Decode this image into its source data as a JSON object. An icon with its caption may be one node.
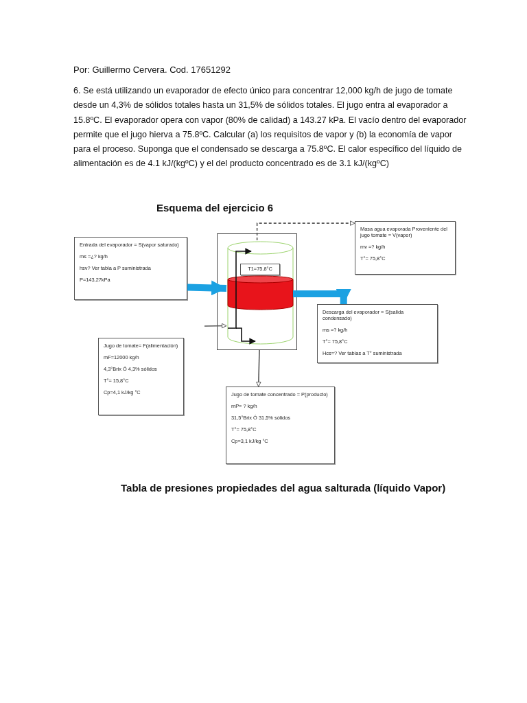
{
  "diagram": {
    "title": "Esquema del ejercicio 6",
    "nodes": [
      {
        "text": [
          "Entrada del evaporador = S(vapor saturado)",
          "ms =¿? kg/h",
          "hsv? Ver tabla a P suministrada",
          "P=143,27kPa"
        ]
      },
      {
        "text": [],
        "shape": "box"
      },
      {
        "text": [],
        "shape": "cylinder",
        "in": 1
      },
      {
        "text": [
          "T1=75,8°C"
        ],
        "in": 2
      },
      {
        "text": [],
        "shape": "cylinder",
        "in": 2
      },
      {
        "text": [
          "Masa agua evaporada Proveniente del jugo tomate = V(vapor)",
          "mv =? kg/h",
          "T°= 75,8°C"
        ]
      },
      {
        "text": [
          "Descarga del evaporador = S(salida condensado)",
          "ms =? kg/h",
          "T°= 75,8°C",
          "Hcs=? Ver tablas a T° suministrada"
        ]
      },
      {
        "text": [
          "Jugo de tomate= F(alimentación)",
          "mF=12000 kg/h",
          "4,3°Brix Ó 4,3% sólidos",
          "T°= 15,8°C",
          "Cp=4,1 kJ/kg °C"
        ]
      },
      {
        "text": [
          "Jugo de tomate concentrado = P(producto)",
          "mP= ? kg/h",
          "31,5°Brix Ó 31,5% sólidos",
          "T°= 75,8°C",
          "Cp=3,1 kJ/kg °C"
        ]
      }
    ],
    "edges": [
      {
        "from": 0,
        "to": 4,
        "arrow": "to",
        "style": "thick",
        "color": "#1ba1e2"
      },
      {
        "from": 4,
        "to": 6,
        "arrow": "to",
        "style": "thick",
        "color": "#1ba1e2"
      },
      {
        "from": 2,
        "to": 5,
        "arrow": "to",
        "style": "dashed"
      },
      {
        "from": null,
        "to": 2,
        "arrow": "to"
      },
      {
        "from": 1,
        "to": 8,
        "arrow": "to"
      }
    ],
    "labels": [
      "Por: Guillermo Cervera. Cod. 17651292",
      "6. Se está utilizando un evaporador de efecto único para concentrar 12,000 kg/h de jugo de tomate desde un 4,3% de sólidos totales hasta un 31,5% de sólidos totales. El jugo entra al evaporador a 15.8ºC. El evaporador opera con vapor (80% de calidad) a 143.27 kPa. El vacío dentro del evaporador permite que el jugo hierva a 75.8ºC. Calcular (a) los requisitos de vapor y (b) la economía de vapor para el proceso. Suponga que el condensado se descarga a 75.8ºC. El calor específico del líquido de alimentación es de 4.1 kJ/(kgºC) y el del producto concentrado es de 3.1 kJ/(kgºC)",
      "Tabla de presiones propiedades del agua salturada (líquido Vapor)"
    ]
  }
}
